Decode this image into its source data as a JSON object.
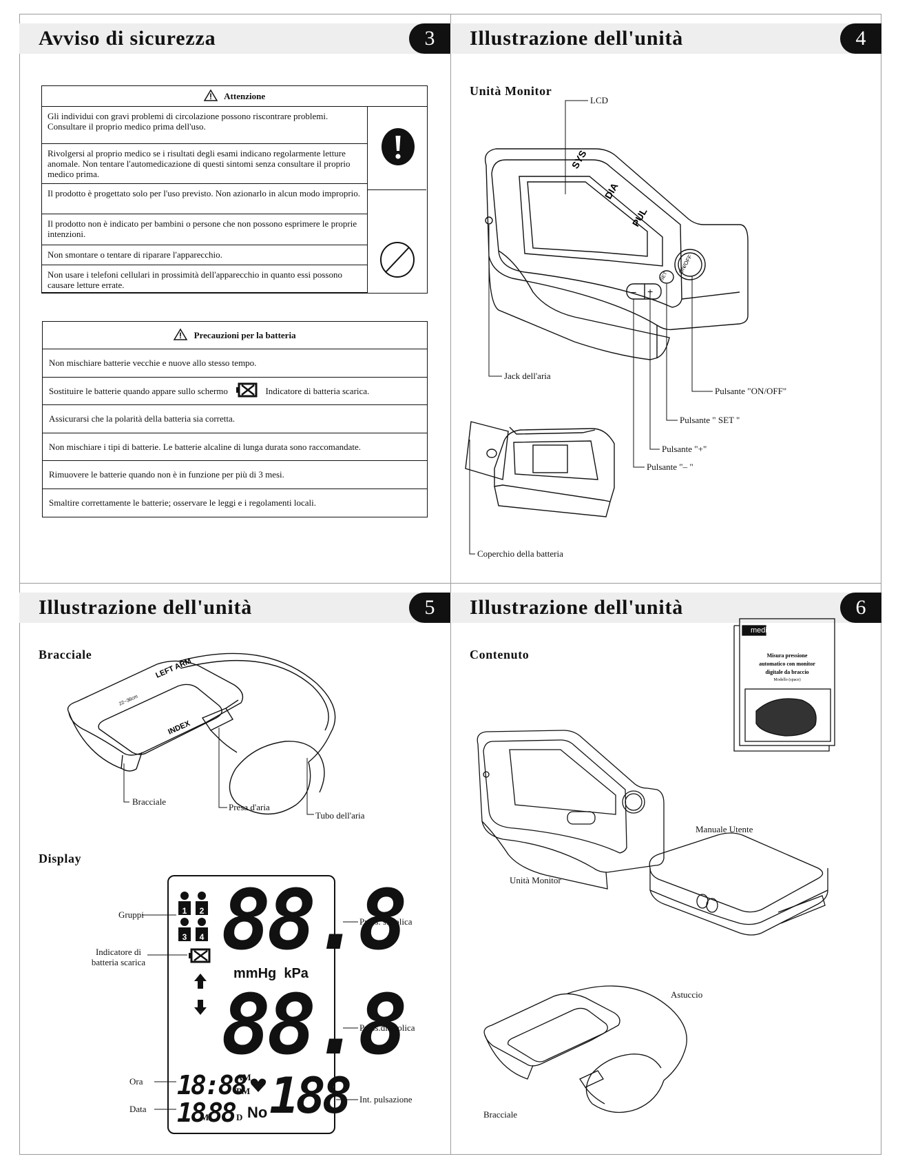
{
  "pages": {
    "p3": {
      "title": "Avviso di sicurezza",
      "number": "3",
      "warning": {
        "heading": "Attenzione",
        "rows": [
          "Gli individui con gravi problemi di circolazione possono riscontrare problemi. Consultare il proprio medico prima dell'uso.",
          "Rivolgersi al proprio medico se i risultati degli esami indicano regolarmente letture anomale. Non tentare l'automedicazione di questi sintomi senza consultare il proprio medico prima.",
          "Il prodotto è progettato solo per l'uso previsto. Non azionarlo in alcun modo improprio.",
          "Il prodotto non è indicato per bambini o persone che non possono esprimere le proprie intenzioni.",
          "Non smontare o tentare di riparare l'apparecchio.",
          "Non usare i telefoni cellulari in prossimità dell'apparecchio in quanto essi possono causare letture errate."
        ]
      },
      "battery": {
        "heading": "Precauzioni per la batteria",
        "rows": [
          "Non mischiare batterie vecchie e nuove allo stesso tempo.",
          "Sostituire le batterie quando appare sullo schermo",
          "Assicurarsi che la polarità della batteria sia corretta.",
          "Non mischiare i tipi di batterie. Le batterie alcaline di lunga durata sono raccomandate.",
          "Rimuovere le batterie quando non è in funzione per più di 3 mesi.",
          "Smaltire correttamente le batterie; osservare le leggi e i regolamenti locali."
        ],
        "row2_suffix": "Indicatore di batteria scarica."
      }
    },
    "p4": {
      "title": "Illustrazione dell'unità",
      "number": "4",
      "subtitle": "Unità Monitor",
      "labels": {
        "lcd": "LCD",
        "jack": "Jack dell'aria",
        "onoff": "Pulsante \"ON/OFF\"",
        "set": "Pulsante \" SET \"",
        "plus": "Pulsante \"+\"",
        "minus": "Pulsante \"– \"",
        "cover": "Coperchio della batteria"
      },
      "device_text": {
        "sys": "SYS",
        "dia": "DIA",
        "pul": "PUL",
        "onoff_btn": "ON/OFF",
        "set_btn": "SET"
      }
    },
    "p5": {
      "title": "Illustrazione dell'unità",
      "number": "5",
      "subtitle_cuff": "Bracciale",
      "subtitle_display": "Display",
      "cuff_labels": {
        "cuff": "Bracciale",
        "plug": "Presa d'aria",
        "tube": "Tubo dell'aria"
      },
      "cuff_text": {
        "arm": "LEFT ARM",
        "index": "INDEX",
        "range": "22~36cm"
      },
      "display_labels": {
        "groups": "Gruppi",
        "battery": "Indicatore di batteria scarica",
        "systolic": "Press. sistolica",
        "diastolic": "Press.diastolica",
        "time": "Ora",
        "date": "Data",
        "pulse": "Int. pulsazione"
      },
      "lcd": {
        "sys": "88.8",
        "dia": "88.8",
        "units": "mmHg  kPa",
        "time": "18:88",
        "am": "AM",
        "pm": "PM",
        "date": "18",
        "m": "M",
        "day": "88",
        "d": "D",
        "no": "No",
        "pulse": "188",
        "groups": [
          "1",
          "2",
          "3",
          "4"
        ]
      }
    },
    "p6": {
      "title": "Illustrazione dell'unità",
      "number": "6",
      "subtitle": "Contenuto",
      "labels": {
        "monitor": "Unità Monitor",
        "manual": "Manuale Utente",
        "case": "Astuccio",
        "cuff": "Bracciale"
      },
      "manual_text": {
        "brand": "medicura",
        "line1": "Misura pressione",
        "line2": "automatico con monitor",
        "line3": "digitale da braccio",
        "line4": "Modello (space)"
      }
    }
  }
}
